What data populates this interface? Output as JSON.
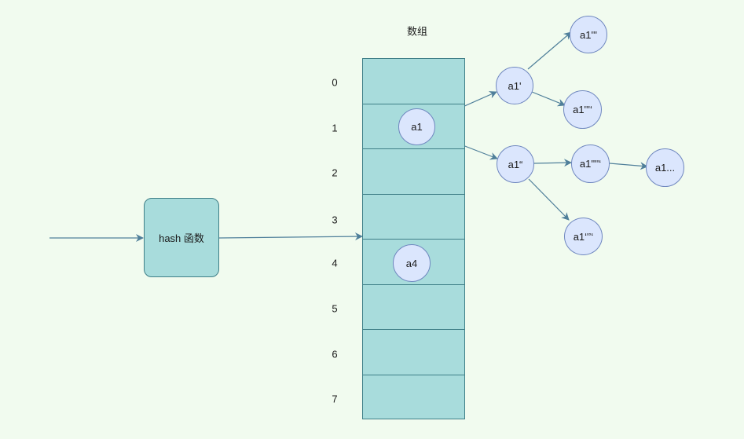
{
  "array": {
    "title": "数组",
    "indices": [
      "0",
      "1",
      "2",
      "3",
      "4",
      "5",
      "6",
      "7"
    ]
  },
  "hash": {
    "label": "hash 函数"
  },
  "nodes": {
    "a1": "a1",
    "a4": "a4",
    "a1_prime": "a1'",
    "a1_dquote": "a1“",
    "a1_top": "a1'''",
    "a1_mid_right": "a1'''‘",
    "a1_row2": "a1''''‘",
    "a1_bottom": "a1‘'’‘",
    "a1_ellipsis": "a1..."
  },
  "colors": {
    "background": "#f1fbef",
    "box_fill": "#a8dcdc",
    "box_stroke": "#3f7f87",
    "node_fill": "#dbe6fd",
    "node_stroke": "#6f87bf",
    "arrow": "#4f7f9a"
  }
}
